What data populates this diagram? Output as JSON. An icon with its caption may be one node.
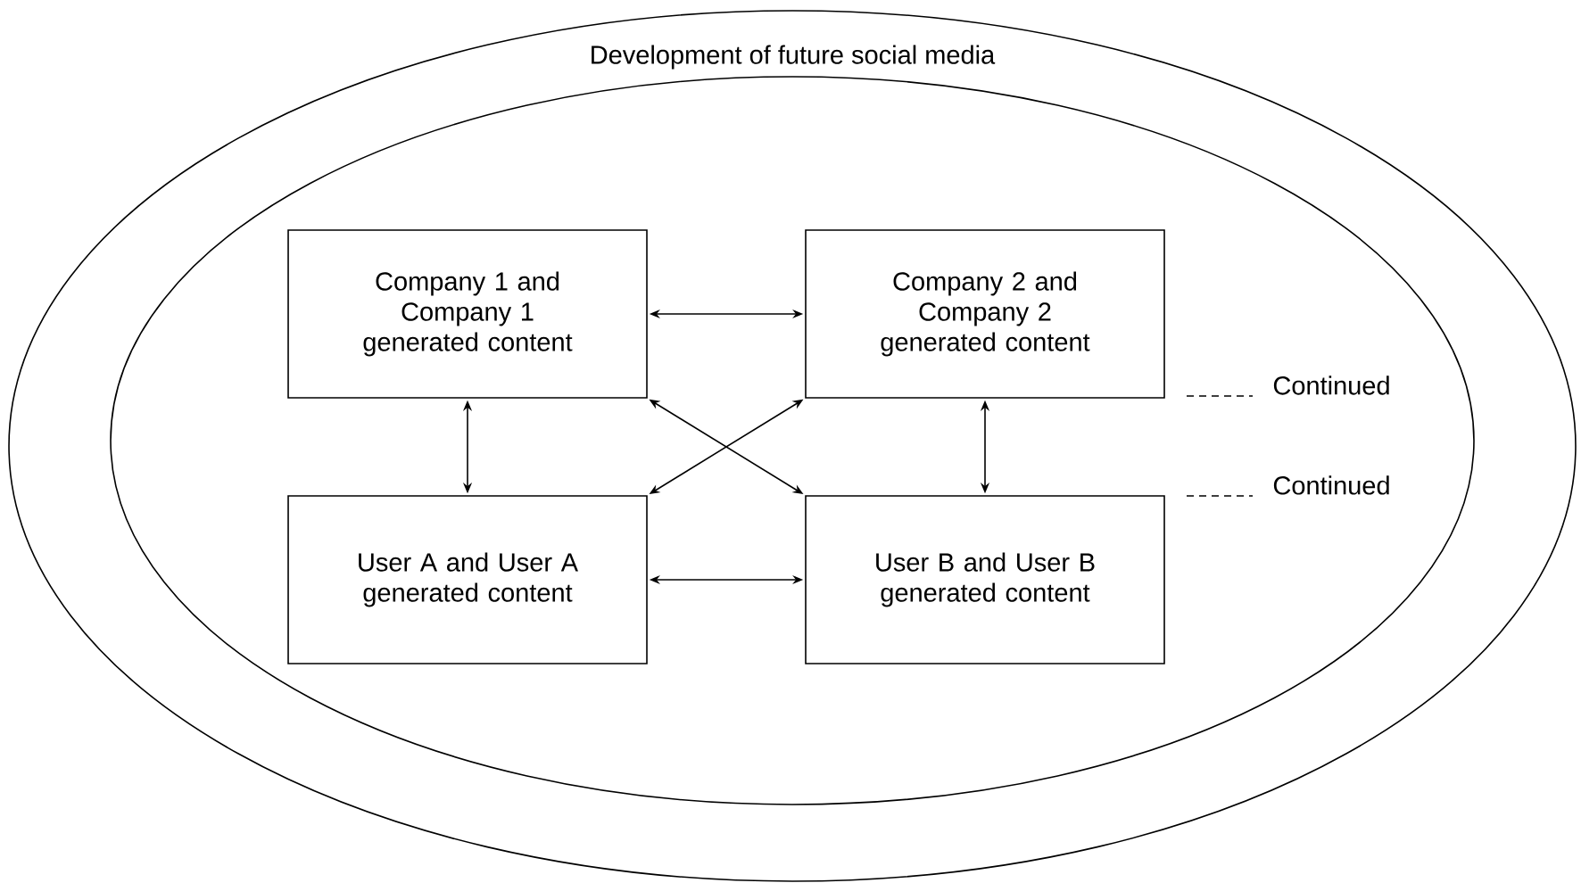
{
  "diagram": {
    "nodes": [
      {
        "text": [
          "Development of future social media"
        ]
      },
      {
        "text": [],
        "shape": "ellipse",
        "in": 0
      },
      {
        "text": [
          "Company 1 and Company 1 generated content"
        ],
        "in": 1
      },
      {
        "text": [
          "Company 2 and Company 2 generated content"
        ],
        "in": 1
      },
      {
        "text": [
          "User A and User A generated content"
        ],
        "in": 1
      },
      {
        "text": [
          "User B and User B generated content"
        ],
        "in": 1
      }
    ],
    "edges": [
      {
        "from": 2,
        "to": 3,
        "arrow": "both"
      },
      {
        "from": 2,
        "to": 4,
        "arrow": "both"
      },
      {
        "from": 3,
        "to": 5,
        "arrow": "both"
      },
      {
        "from": 2,
        "to": 5,
        "arrow": "both"
      },
      {
        "from": 3,
        "to": 4,
        "arrow": "both"
      },
      {
        "from": 4,
        "to": 5,
        "arrow": "both"
      }
    ],
    "labels": [
      "Continued",
      "Continued"
    ]
  }
}
